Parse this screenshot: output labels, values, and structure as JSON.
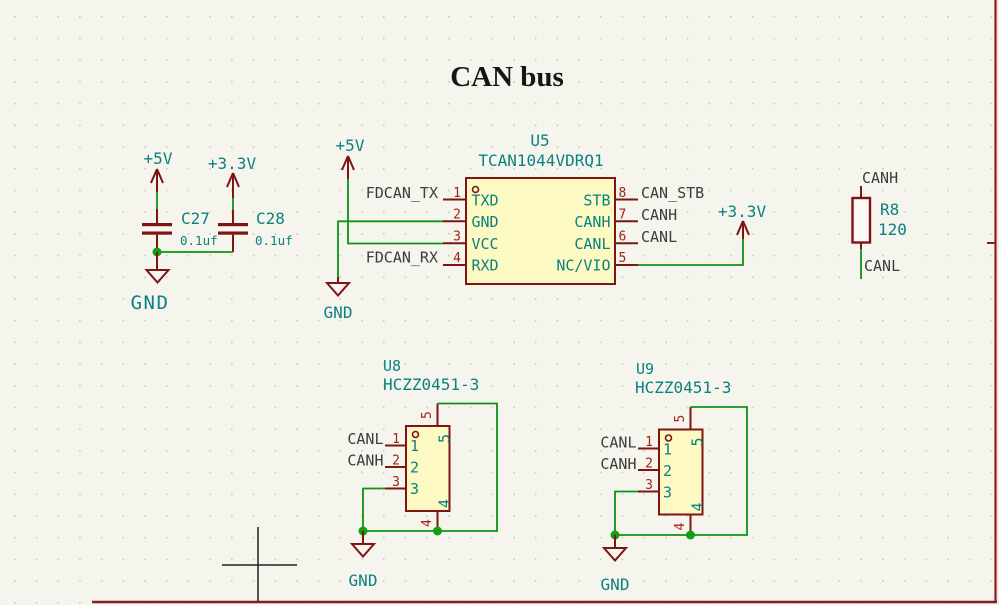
{
  "sheet": {
    "title": "CAN bus"
  },
  "power": {
    "plus5v": "+5V",
    "plus3v3": "+3.3V",
    "gnd": "GND"
  },
  "components": {
    "c27": {
      "ref": "C27",
      "value": "0.1uf"
    },
    "c28": {
      "ref": "C28",
      "value": "0.1uf"
    },
    "u5": {
      "ref": "U5",
      "value": "TCAN1044VDRQ1",
      "left_pins": [
        {
          "num": "1",
          "name": "TXD",
          "label": "FDCAN_TX"
        },
        {
          "num": "2",
          "name": "GND",
          "label": ""
        },
        {
          "num": "3",
          "name": "VCC",
          "label": ""
        },
        {
          "num": "4",
          "name": "RXD",
          "label": "FDCAN_RX"
        }
      ],
      "right_pins": [
        {
          "num": "8",
          "name": "STB",
          "label": "CAN_STB"
        },
        {
          "num": "7",
          "name": "CANH",
          "label": "CANH"
        },
        {
          "num": "6",
          "name": "CANL",
          "label": "CANL"
        },
        {
          "num": "5",
          "name": "NC/VIO",
          "label": ""
        }
      ]
    },
    "r8": {
      "ref": "R8",
      "value": "120",
      "top_label": "CANH",
      "bottom_label": "CANL"
    },
    "u8": {
      "ref": "U8",
      "value": "HCZZ0451-3",
      "left_pins": [
        {
          "num": "1",
          "name": "1",
          "label": "CANL"
        },
        {
          "num": "2",
          "name": "2",
          "label": "CANH"
        },
        {
          "num": "3",
          "name": "3",
          "label": ""
        }
      ],
      "top_pin": {
        "num": "5",
        "name": "5"
      },
      "bottom_pin": {
        "num": "4",
        "name": "4"
      }
    },
    "u9": {
      "ref": "U9",
      "value": "HCZZ0451-3",
      "left_pins": [
        {
          "num": "1",
          "name": "1",
          "label": "CANL"
        },
        {
          "num": "2",
          "name": "2",
          "label": "CANH"
        },
        {
          "num": "3",
          "name": "3",
          "label": ""
        }
      ],
      "top_pin": {
        "num": "5",
        "name": "5"
      },
      "bottom_pin": {
        "num": "4",
        "name": "4"
      }
    }
  },
  "colors": {
    "symbol_outline": "#7e1414",
    "wire_green": "#0e9314",
    "field_teal": "#0c8181",
    "net_label": "#3c3c3c",
    "pin_number_red": "#a02415",
    "body_fill": "#fcf9c3",
    "canvas_bg": "#f5f4ed"
  }
}
